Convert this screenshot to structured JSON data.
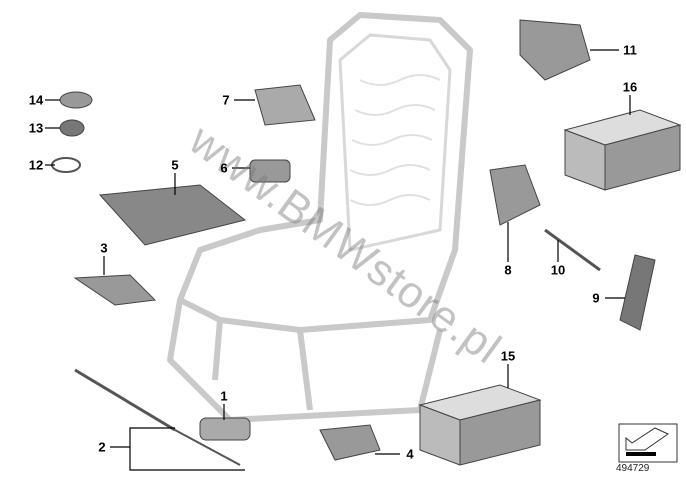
{
  "diagram": {
    "callouts": [
      "1",
      "2",
      "3",
      "4",
      "5",
      "6",
      "7",
      "8",
      "9",
      "10",
      "11",
      "12",
      "13",
      "14",
      "15",
      "16"
    ],
    "watermark": "www.BMWstore.pl",
    "reference_number": "494729",
    "icon": "arrow-icon"
  }
}
